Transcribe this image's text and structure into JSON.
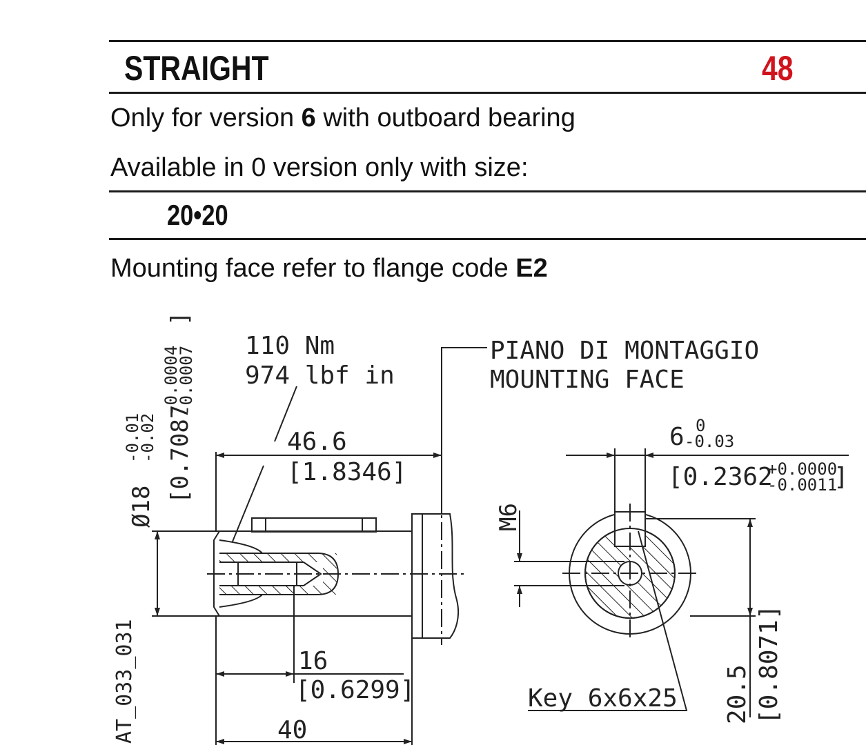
{
  "header": {
    "title": "STRAIGHT",
    "code": "48",
    "code_color": "#d0141e"
  },
  "info": {
    "line1_pre": "Only for version ",
    "line1_bold": "6",
    "line1_post": " with outboard bearing",
    "line2": "Available in 0 version only with size:",
    "size": "20•20",
    "line4_pre": "Mounting face refer to flange code ",
    "line4_bold": "E2"
  },
  "drawing": {
    "torque_nm": "110 Nm",
    "torque_lbf": "974 lbf in",
    "mounting_it": "PIANO DI MONTAGGIO",
    "mounting_en": "MOUNTING FACE",
    "len_mm": "46.6",
    "len_in": "[1.8346]",
    "diam_mm": "Ø18",
    "diam_tol_up": "-0.01",
    "diam_tol_low": "-0.02",
    "diam_in": "[0.7087",
    "diam_in_tol_up": "-0.0004",
    "diam_in_tol_low": "-0.0007",
    "diam_in_close": "]",
    "key_w_mm": "6",
    "key_w_tol_up": "0",
    "key_w_tol_low": "-0.03",
    "key_w_in": "[0.2362",
    "key_w_in_tol_up": "+0.0000",
    "key_w_in_tol_low": "-0.0011",
    "key_w_in_close": "]",
    "thread": "M6",
    "depth_mm": "16",
    "depth_in": "[0.6299]",
    "shaft_len": "40",
    "key_label": "Key 6x6x25",
    "height_mm": "20.5",
    "height_in": "[0.8071]",
    "drawing_code": "AT_033_031"
  }
}
